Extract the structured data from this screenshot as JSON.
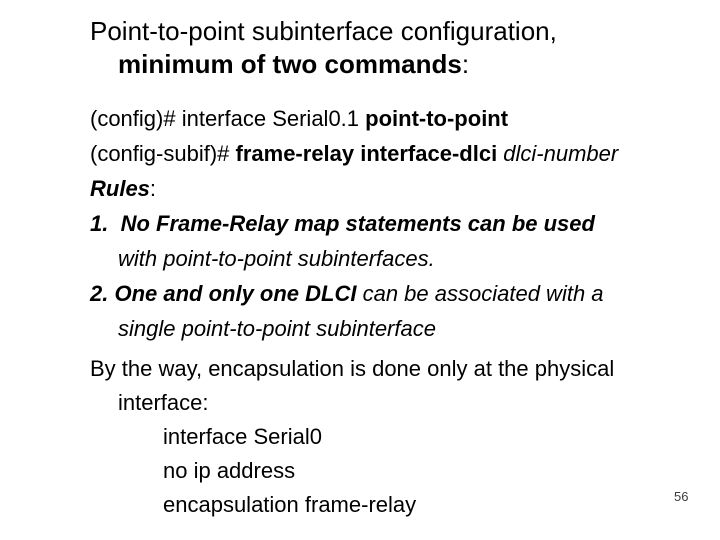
{
  "slide": {
    "background": "#ffffff",
    "text_color": "#000000",
    "page_number": "56",
    "title": {
      "line1": "Point-to-point subinterface configuration,",
      "line2_bold": "minimum of two commands",
      "line2_suffix": ":"
    },
    "commands": {
      "cmd1": {
        "prefix": "(config)# interface Serial0.1 ",
        "bold": "point-to-point"
      },
      "cmd2": {
        "prefix": "(config-subif)# ",
        "bold": "frame-relay interface-dlci ",
        "italic_arg": "dlci-number"
      }
    },
    "rules": {
      "heading": "Rules",
      "heading_suffix": ":",
      "item1": {
        "line1": "1.  No Frame-Relay map statements can be used",
        "line2": "with point-to-point subinterfaces."
      },
      "item2": {
        "bold": "2. One and only one DLCI",
        "rest": " can be associated with a",
        "line2": "single point-to-point subinterface"
      }
    },
    "note": {
      "line1": "By the way, encapsulation is done only at the physical",
      "line2": "interface:",
      "config_lines": [
        "interface Serial0",
        "no ip address",
        "encapsulation frame-relay"
      ]
    }
  }
}
